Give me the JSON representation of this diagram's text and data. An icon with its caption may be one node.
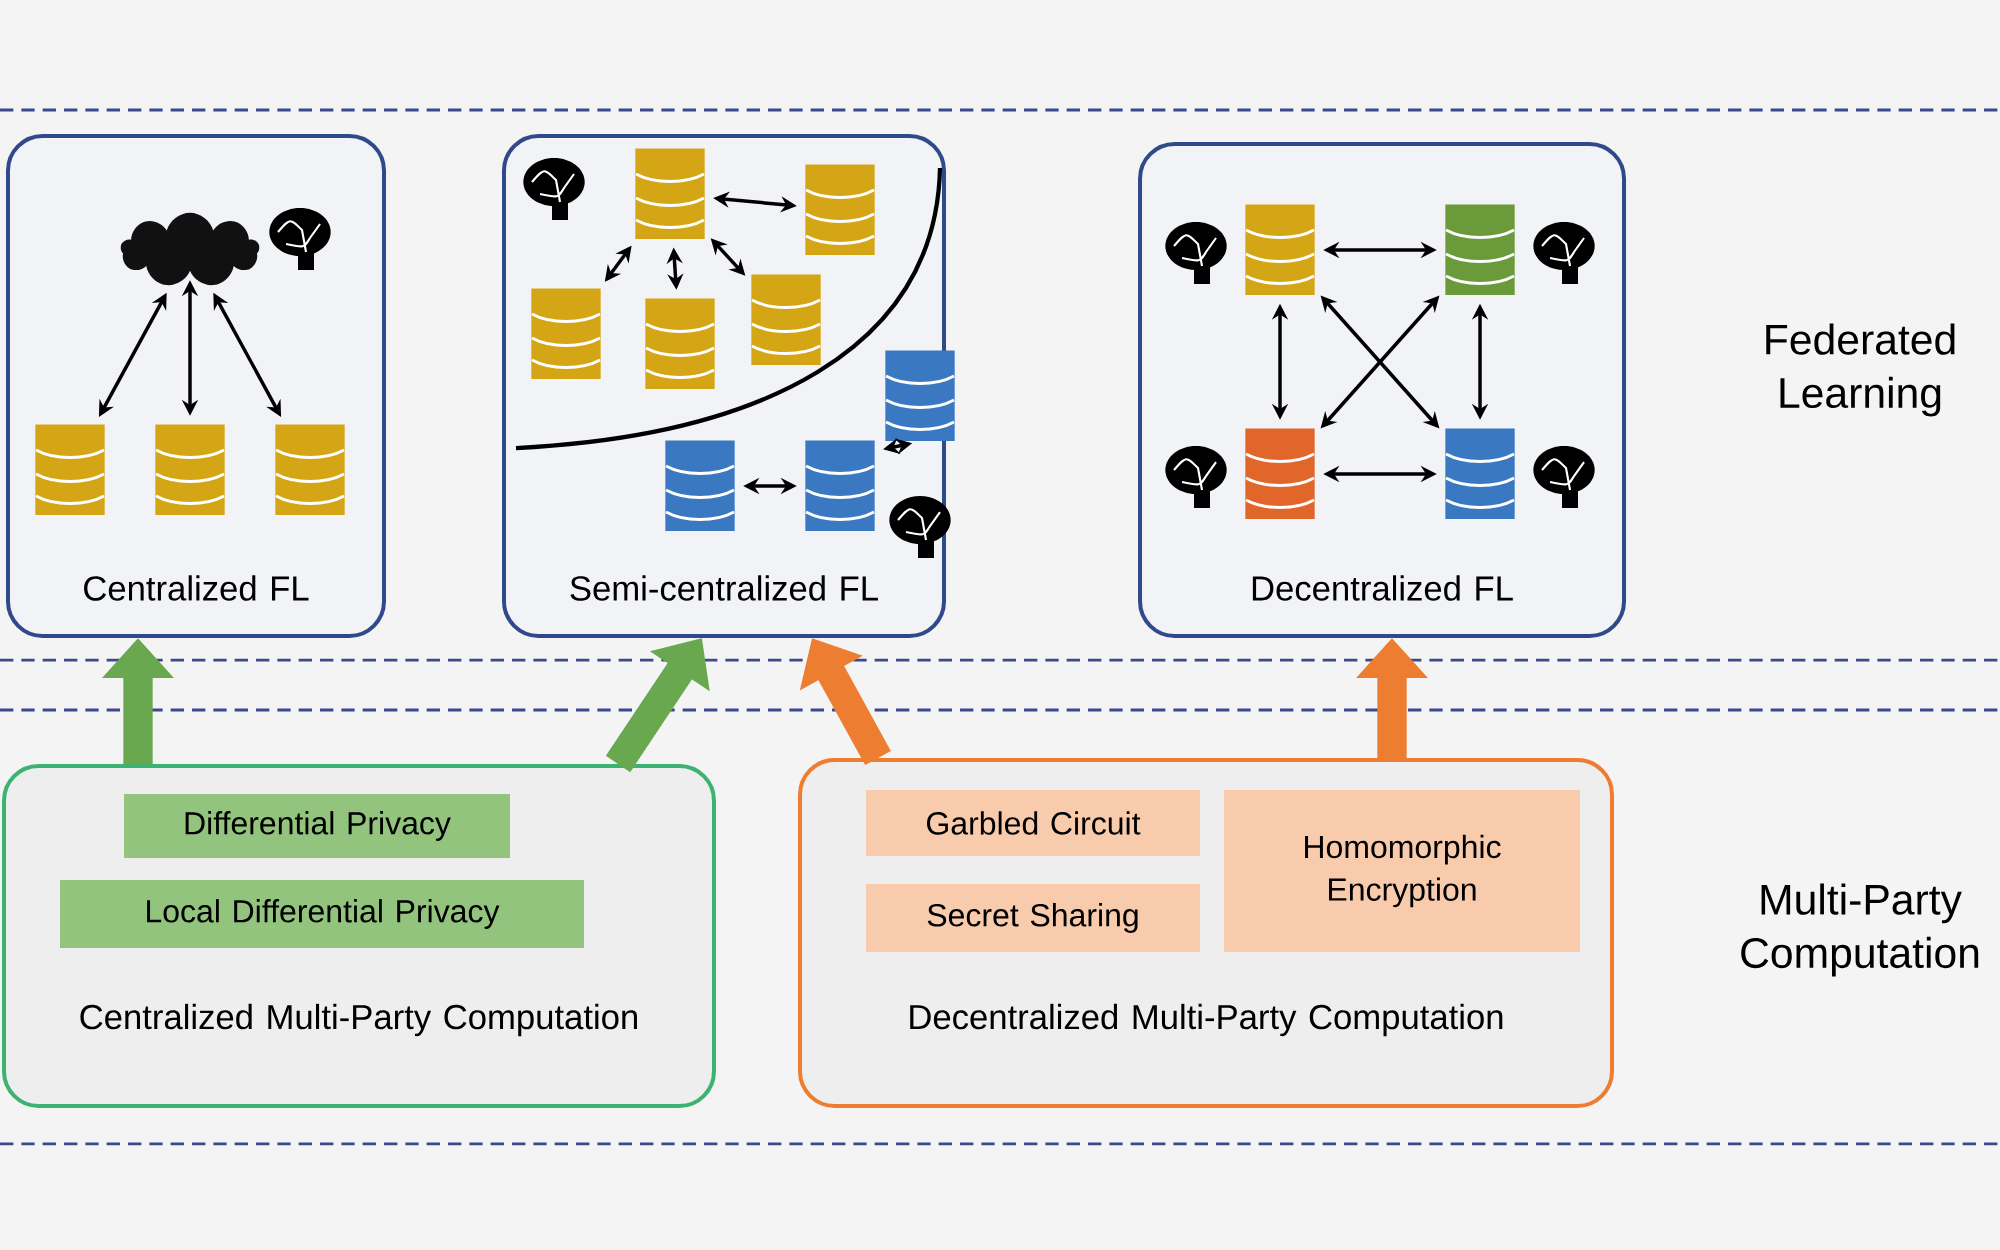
{
  "diagram": {
    "nodes": [
      {
        "text": [
          "Centralized FL"
        ]
      },
      {
        "text": [],
        "shape": "cloud",
        "in": 0
      },
      {
        "text": [],
        "shape": "cylinder",
        "in": 0
      },
      {
        "text": [],
        "shape": "cylinder",
        "in": 0
      },
      {
        "text": [],
        "shape": "cylinder",
        "in": 0
      },
      {
        "text": [
          "Semi-centralized FL"
        ]
      },
      {
        "text": [],
        "shape": "cylinder",
        "in": 5
      },
      {
        "text": [],
        "shape": "cylinder",
        "in": 5
      },
      {
        "text": [],
        "shape": "cylinder",
        "in": 5
      },
      {
        "text": [],
        "shape": "cylinder",
        "in": 5
      },
      {
        "text": [],
        "shape": "cylinder",
        "in": 5
      },
      {
        "text": [],
        "shape": "cylinder",
        "in": 5
      },
      {
        "text": [],
        "shape": "cylinder",
        "in": 5
      },
      {
        "text": [],
        "shape": "cylinder",
        "in": 5
      },
      {
        "text": [
          "Decentralized FL"
        ]
      },
      {
        "text": [],
        "shape": "cylinder",
        "in": 14
      },
      {
        "text": [],
        "shape": "cylinder",
        "in": 14
      },
      {
        "text": [],
        "shape": "cylinder",
        "in": 14
      },
      {
        "text": [],
        "shape": "cylinder",
        "in": 14
      },
      {
        "text": [
          "Centralized Multi-Party Computation"
        ]
      },
      {
        "text": [
          "Differential Privacy"
        ],
        "in": 19
      },
      {
        "text": [
          "Local Differential Privacy"
        ],
        "in": 19
      },
      {
        "text": [
          "Decentralized Multi-Party Computation"
        ]
      },
      {
        "text": [
          "Garbled Circuit"
        ],
        "in": 22
      },
      {
        "text": [
          "Secret Sharing"
        ],
        "in": 22
      },
      {
        "text": [
          "Homomorphic Encryption"
        ],
        "in": 22
      }
    ],
    "edges": [
      {
        "from": 1,
        "to": 2,
        "arrow": "both"
      },
      {
        "from": 1,
        "to": 3,
        "arrow": "both"
      },
      {
        "from": 1,
        "to": 4,
        "arrow": "both"
      },
      {
        "from": 6,
        "to": 7,
        "arrow": "both"
      },
      {
        "from": 6,
        "to": 8,
        "arrow": "both"
      },
      {
        "from": 6,
        "to": 9,
        "arrow": "both"
      },
      {
        "from": 6,
        "to": 10,
        "arrow": "both"
      },
      {
        "from": 12,
        "to": 13,
        "arrow": "both"
      },
      {
        "from": 11,
        "to": 13,
        "arrow": "both"
      },
      {
        "from": 15,
        "to": 16,
        "arrow": "both"
      },
      {
        "from": 17,
        "to": 18,
        "arrow": "both"
      },
      {
        "from": 15,
        "to": 17,
        "arrow": "both"
      },
      {
        "from": 16,
        "to": 18,
        "arrow": "both"
      },
      {
        "from": 15,
        "to": 18,
        "arrow": "both"
      },
      {
        "from": 16,
        "to": 17,
        "arrow": "both"
      },
      {
        "from": 19,
        "to": 0,
        "arrow": "to",
        "style": "thick",
        "color": "#6aa84f"
      },
      {
        "from": 19,
        "to": 5,
        "arrow": "to",
        "style": "thick",
        "color": "#6aa84f"
      },
      {
        "from": 22,
        "to": 5,
        "arrow": "to",
        "style": "thick",
        "color": "#ed7d31"
      },
      {
        "from": 22,
        "to": 14,
        "arrow": "to",
        "style": "thick",
        "color": "#ed7d31"
      }
    ],
    "labels": [
      "Federated Learning",
      "Multi-Party Computation"
    ]
  }
}
